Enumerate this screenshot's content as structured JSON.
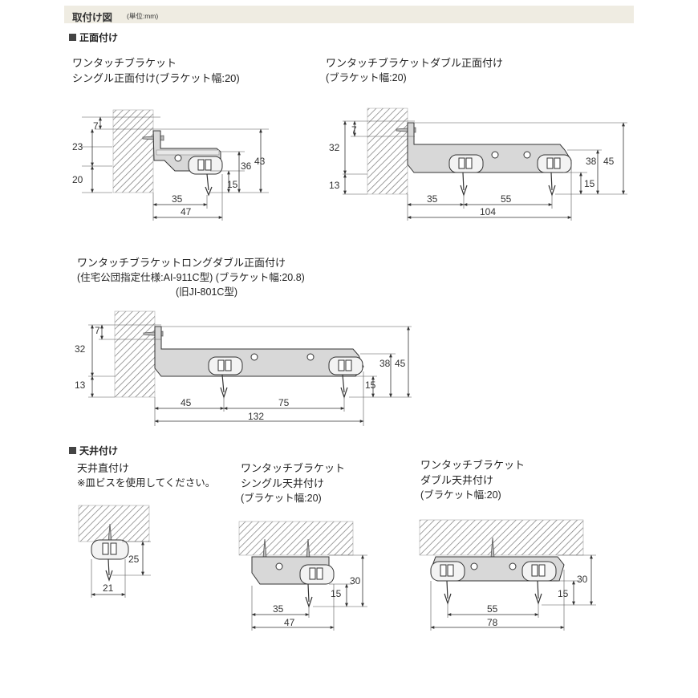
{
  "header": {
    "title": "取付け図",
    "unit": "(単位:mm)"
  },
  "section_front": "正面付け",
  "section_ceiling": "天井付け",
  "d1": {
    "title1": "ワンタッチブラケット",
    "title2": "シングル正面付け(ブラケット幅:20)",
    "dims": {
      "d7": "7",
      "d23": "23",
      "d20": "20",
      "d36": "36",
      "d43": "43",
      "d15": "15",
      "d35": "35",
      "d47": "47"
    }
  },
  "d2": {
    "title1": "ワンタッチブラケットダブル正面付け",
    "title2": "(ブラケット幅:20)",
    "dims": {
      "d7": "7",
      "d32": "32",
      "d13": "13",
      "d38": "38",
      "d45": "45",
      "d15": "15",
      "d35": "35",
      "d55": "55",
      "d104": "104"
    }
  },
  "d3": {
    "title1": "ワンタッチブラケットロングダブル正面付け",
    "title2": "(住宅公団指定仕様:AI-911C型) (ブラケット幅:20.8)",
    "title3": "(旧JI-801C型)",
    "dims": {
      "d7": "7",
      "d32": "32",
      "d13": "13",
      "d38": "38",
      "d45": "45",
      "d15": "15",
      "d45b": "45",
      "d75": "75",
      "d132": "132"
    }
  },
  "d4": {
    "title1": "天井直付け",
    "title2": "※皿ビスを使用してください。",
    "dims": {
      "d25": "25",
      "d21": "21"
    }
  },
  "d5": {
    "title1": "ワンタッチブラケット",
    "title2": "シングル天井付け",
    "title3": "(ブラケット幅:20)",
    "dims": {
      "d30": "30",
      "d15": "15",
      "d35": "35",
      "d47": "47"
    }
  },
  "d6": {
    "title1": "ワンタッチブラケット",
    "title2": "ダブル天井付け",
    "title3": "(ブラケット幅:20)",
    "dims": {
      "d30": "30",
      "d15": "15",
      "d55": "55",
      "d78": "78"
    }
  }
}
